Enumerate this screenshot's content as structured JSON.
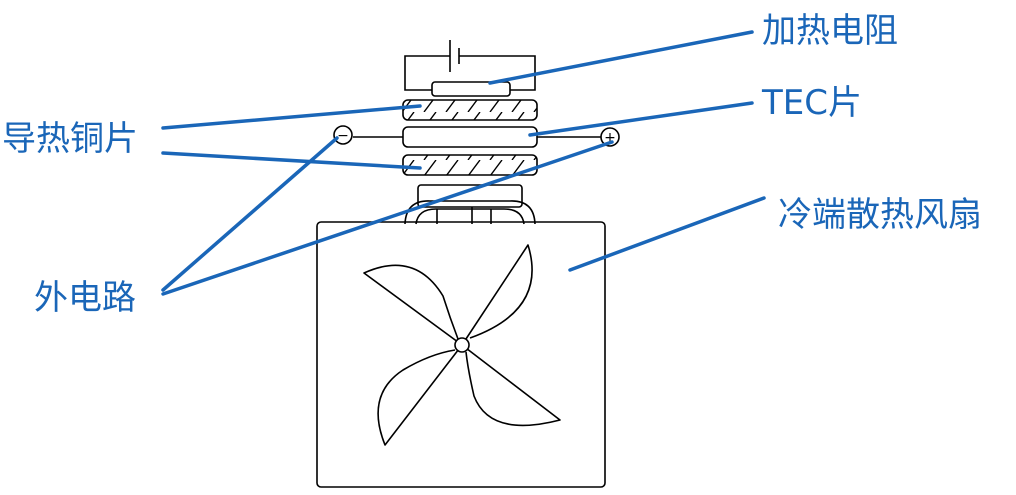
{
  "colors": {
    "line": "#000000",
    "label": "#1a66b8",
    "leader": "#1a66b8",
    "background": "#ffffff"
  },
  "labels": {
    "heating_resistor": "加热电阻",
    "tec": "TEC片",
    "copper": "导热铜片",
    "fan": "冷端散热风扇",
    "circuit": "外电路"
  },
  "terminals": {
    "negative": "−",
    "positive": "+"
  }
}
